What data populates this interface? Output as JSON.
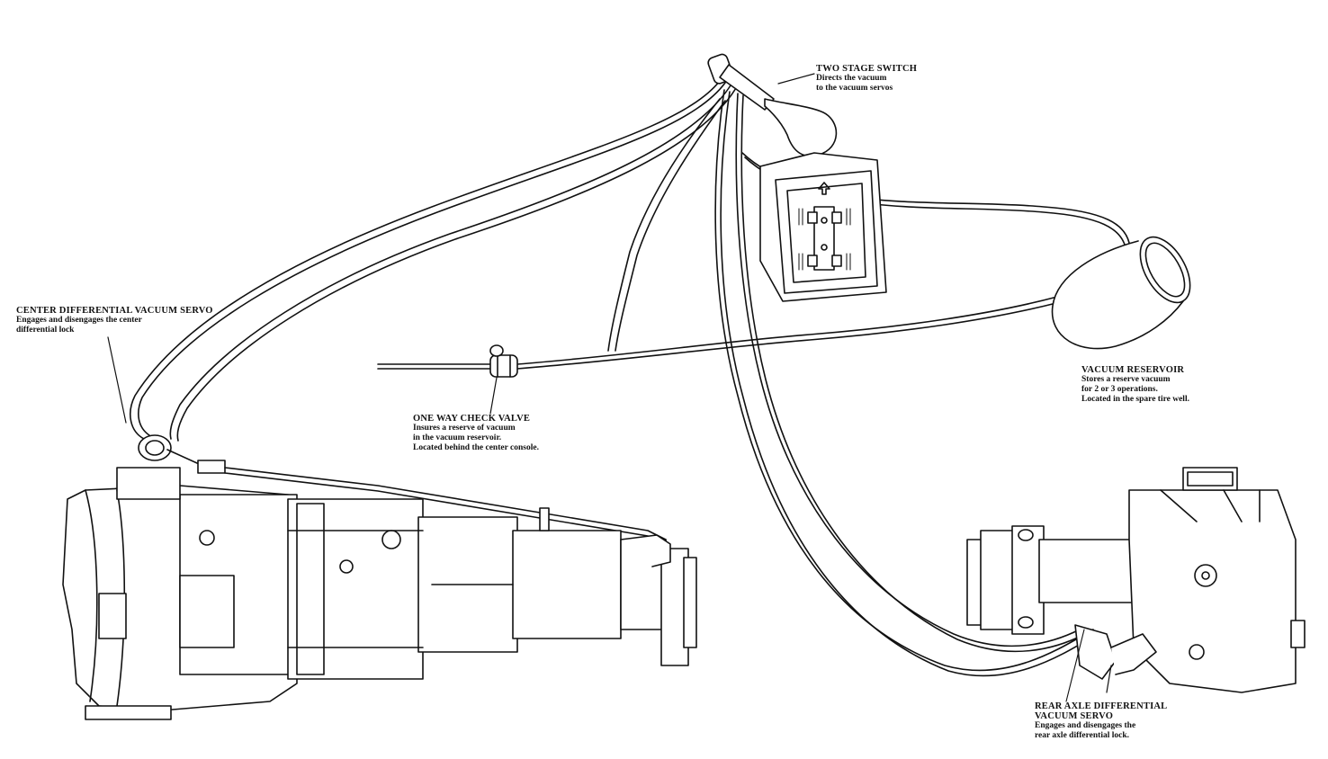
{
  "colors": {
    "ink": "#111111",
    "paper": "#ffffff",
    "shade": "#d9d9d9"
  },
  "labels": {
    "two_stage_switch": {
      "title": "TWO STAGE SWITCH",
      "lines": [
        "Directs the vacuum",
        "to the vacuum servos"
      ]
    },
    "center_diff_servo": {
      "title": "CENTER DIFFERENTIAL VACUUM SERVO",
      "lines": [
        "Engages and disengages the center",
        "differential lock"
      ]
    },
    "one_way_check_valve": {
      "title": "ONE WAY CHECK VALVE",
      "lines": [
        "Insures a reserve of vacuum",
        "in the vacuum reservoir.",
        "Located behind the center console."
      ]
    },
    "vacuum_reservoir": {
      "title": "VACUUM RESERVOIR",
      "lines": [
        "Stores a reserve vacuum",
        "for 2 or 3 operations.",
        "Located in the spare tire well."
      ]
    },
    "rear_axle_servo": {
      "title": [
        "REAR AXLE DIFFERENTIAL",
        "VACUUM SERVO"
      ],
      "lines": [
        "Engages and disengages the",
        "rear axle differential lock."
      ]
    }
  }
}
